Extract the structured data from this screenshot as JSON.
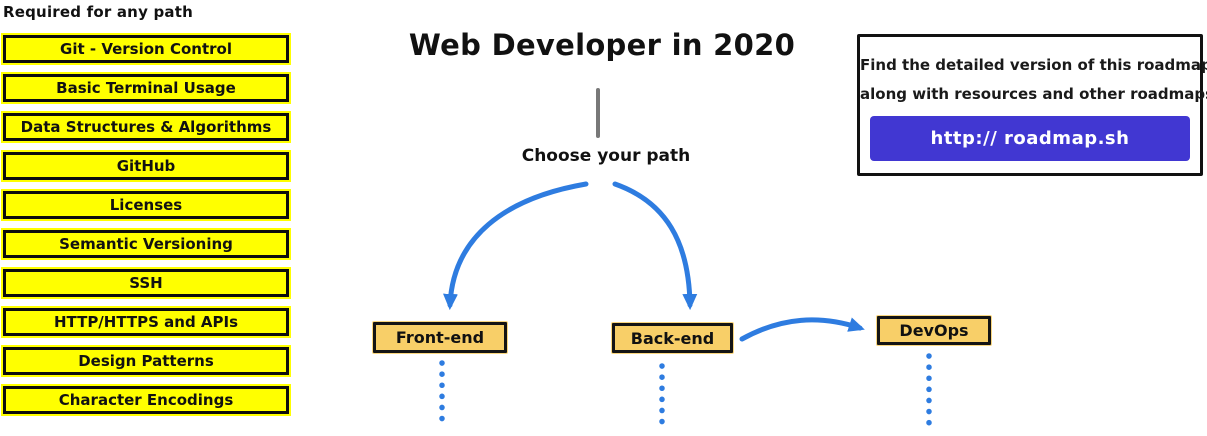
{
  "colors": {
    "highlight_yellow": "#ffff00",
    "node_orange": "#f8cf68",
    "arrow_blue": "#2e7ce0",
    "button_purple": "#4137d2",
    "stem_gray": "#787878"
  },
  "sidebar": {
    "heading": "Required for any path",
    "items": [
      "Git - Version Control",
      "Basic Terminal Usage",
      "Data Structures & Algorithms",
      "GitHub",
      "Licenses",
      "Semantic Versioning",
      "SSH",
      "HTTP/HTTPS and APIs",
      "Design Patterns",
      "Character Encodings"
    ]
  },
  "header": {
    "title": "Web Developer in 2020"
  },
  "flow": {
    "choose_label": "Choose your path",
    "paths": [
      {
        "label": "Front-end"
      },
      {
        "label": "Back-end"
      },
      {
        "label": "DevOps"
      }
    ]
  },
  "info_box": {
    "line1": "Find the detailed version of this roadmap",
    "line2": "along with resources and other roadmaps",
    "button_label": "http:// roadmap.sh"
  }
}
